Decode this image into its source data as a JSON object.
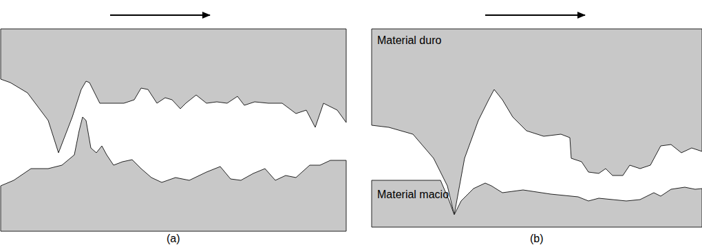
{
  "diagram": {
    "labels": [
      "Material duro",
      "Material macio",
      "(a)",
      "(b)"
    ]
  }
}
